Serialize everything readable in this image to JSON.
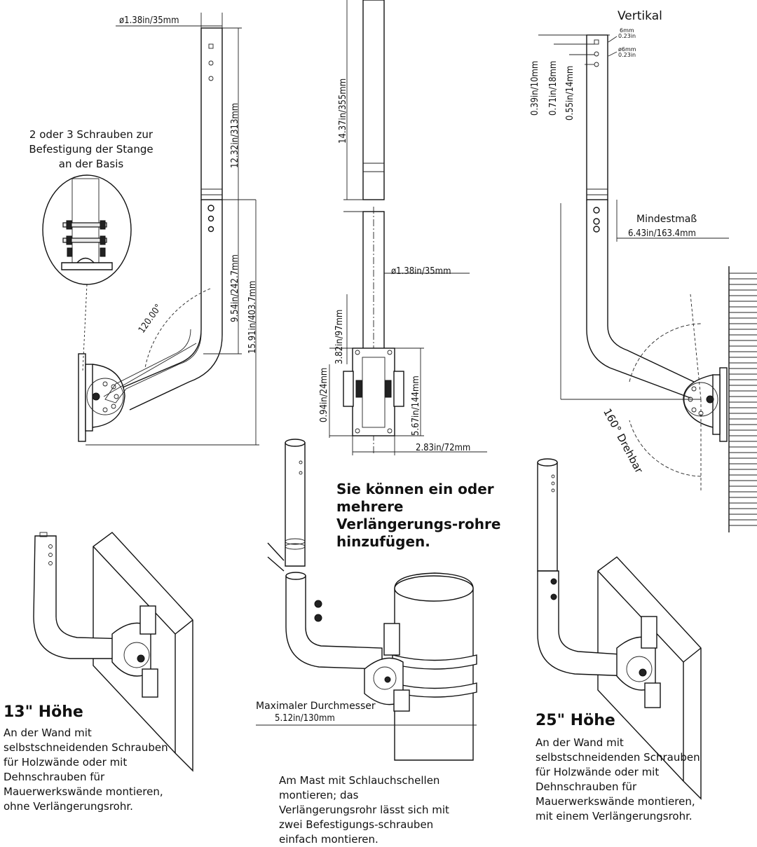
{
  "panel_top_left": {
    "diameter": "ø1.38in/35mm",
    "upper_tube": "12.32in/313mm",
    "lower_leg": "9.54in/242.7mm",
    "total_height": "15.91in/403.7mm",
    "angle": "120.00°",
    "callout": "2 oder 3 Schrauben zur Befestigung der Stange an der Basis"
  },
  "panel_top_middle": {
    "tube_length": "14.37in/355mm",
    "diameter": "ø1.38in/35mm",
    "plate_offset": "3.82in/97mm",
    "bolt_spacing": "0.94in/24mm",
    "plate_height": "5.67in/144mm",
    "plate_width": "2.83in/72mm"
  },
  "panel_top_right": {
    "vertical_label": "Vertikal",
    "hole_size": "6mm",
    "hole_size_in": "0.23in",
    "hole_dia": "ø6mm",
    "hole_dia_in": "0.23in",
    "dist_1": "0.39in/10mm",
    "dist_2": "0.71in/18mm",
    "dist_3": "0.55in/14mm",
    "min_label": "Mindestmaß",
    "min_value": "6.43in/163.4mm",
    "rotation": "160° Drehbar"
  },
  "middle_note": "Sie können ein oder mehrere Verlängerungs-rohre hinzufügen.",
  "bottom_left": {
    "title": "13\" Höhe",
    "text": "An der Wand mit selbstschneidenden Schrauben für Holzwände oder mit Dehnschrauben für Mauerwerkswände montieren, ohne Verlängerungsrohr."
  },
  "bottom_middle": {
    "max_label": "Maximaler Durchmesser",
    "max_value": "5.12in/130mm",
    "text": "Am Mast mit Schlauchschellen montieren; das Verlängerungsrohr lässt sich mit zwei Befestigungs-schrauben einfach montieren."
  },
  "bottom_right": {
    "title": "25\" Höhe",
    "text": "An der Wand mit selbstschneidenden Schrauben für Holzwände oder mit Dehnschrauben für Mauerwerkswände montieren, mit einem Verlängerungsrohr."
  }
}
